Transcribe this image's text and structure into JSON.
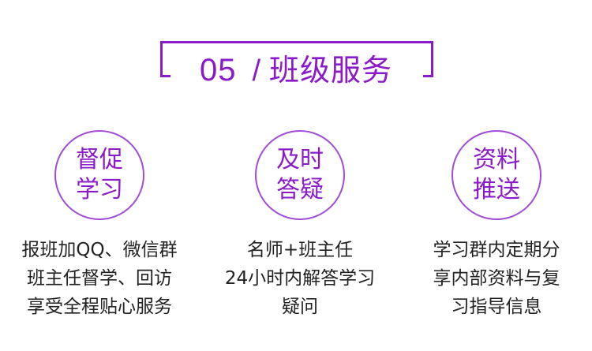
{
  "header": {
    "number": "05",
    "separator": "/",
    "title": "班级服务"
  },
  "services": [
    {
      "badge": [
        "督促",
        "学习"
      ],
      "description": [
        "报班加QQ、微信群",
        "班主任督学、回访",
        "享受全程贴心服务"
      ]
    },
    {
      "badge": [
        "及时",
        "答疑"
      ],
      "description": [
        "名师+班主任",
        "24小时内解答学习",
        "疑问"
      ]
    },
    {
      "badge": [
        "资料",
        "推送"
      ],
      "description": [
        "学习群内定期分",
        "享内部资料与复",
        "习指导信息"
      ]
    }
  ],
  "colors": {
    "accent": "#8b1ac8",
    "circle_border": "#a14bd7",
    "text": "#222222"
  }
}
